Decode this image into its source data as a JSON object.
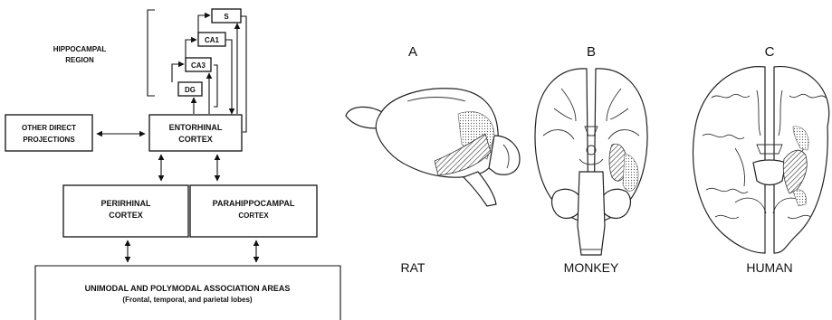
{
  "flowchart": {
    "region_label_line1": "HIPPOCAMPAL",
    "region_label_line2": "REGION",
    "nodes": {
      "s": "S",
      "ca1": "CA1",
      "ca3": "CA3",
      "dg": "DG",
      "entorhinal_line1": "ENTORHINAL",
      "entorhinal_line2": "CORTEX",
      "other_line1": "OTHER DIRECT",
      "other_line2": "PROJECTIONS",
      "perirhinal_line1": "PERIRHINAL",
      "perirhinal_line2": "CORTEX",
      "parahippocampal_line1": "PARAHIPPOCAMPAL",
      "parahippocampal_line2": "CORTEX",
      "association_line1": "UNIMODAL AND POLYMODAL ASSOCIATION AREAS",
      "association_line2": "(Frontal, temporal, and parietal lobes)"
    }
  },
  "brains": [
    {
      "letter": "A",
      "species": "RAT"
    },
    {
      "letter": "B",
      "species": "MONKEY"
    },
    {
      "letter": "C",
      "species": "HUMAN"
    }
  ]
}
